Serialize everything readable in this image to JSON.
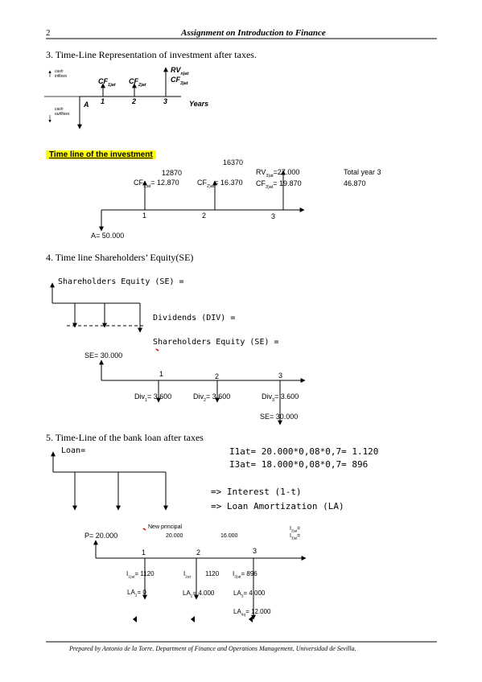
{
  "header": {
    "page_number": "2",
    "title": "Assignment on Introduction to Finance"
  },
  "section3": {
    "title": "3. Time-Line Representation of investment after taxes.",
    "cash_inflows": "cash inflows",
    "cash_outflows": "cash outflows",
    "cf1": "CF",
    "cf1_sub": "1)at",
    "cf2": "CF",
    "cf2_sub": "2)at",
    "rv": "RV",
    "rv_sub": "n)at",
    "cf3": "CF",
    "cf3_sub": "3)at",
    "a_label": "A",
    "years": "Years",
    "t1": "1",
    "t2": "2",
    "t3": "3"
  },
  "investment": {
    "heading": "Time line of the investment",
    "v16370": "16370",
    "v12870": "12870",
    "rv3_label": "RV",
    "rv3_sub": "3)at",
    "rv3_value": "=27.000",
    "total_label": "Total year 3",
    "cf1_label": "CF",
    "cf1_sub": "1)at",
    "cf1_value": "= 12.870",
    "cf2_label": "CF",
    "cf2_sub": "2)at",
    "cf2_value": "= 16.370",
    "cf3_label": "CF",
    "cf3_sub": "3)at",
    "cf3_value": "= 19.870",
    "total_value": "46.870",
    "t1": "1",
    "t2": "2",
    "t3": "3",
    "a_value": "A= 50.000"
  },
  "section4": {
    "title": "4. Time line Shareholders’ Equity(SE)",
    "se_label": "Shareholders Equity (SE) =",
    "div_label": "Dividends (DIV) =",
    "se_label2": "Shareholders Equity (SE) =",
    "se0": "SE= 30.000",
    "t1": "1",
    "t2": "2",
    "t3": "3",
    "div1_label": "Div",
    "div1_sub": "1",
    "div1_value": "= 3.600",
    "div2_label": "Div",
    "div2_sub": "2",
    "div2_value": "= 3.600",
    "div3_label": "Div",
    "div3_sub": "3",
    "div3_value": "= 3.600",
    "se3": "SE= 30.000"
  },
  "section5": {
    "title": "5. Time-Line of the bank loan after taxes",
    "loan_label": "Loan=",
    "formula1": "I1at= 20.000*0,08*0,7= 1.120",
    "formula2": "I3at= 18.000*0,08*0,7= 896",
    "interest": "=> Interest (1-t)",
    "amortization": "=> Loan Amortization (LA)",
    "new_principal": "New principal",
    "np1": "20.000",
    "np2": "16.000",
    "i2at": "I",
    "i2at_sub": "2)at",
    "i2at_suffix": "=",
    "i3at": "I",
    "i3at_sub": "3)at",
    "i3at_suffix": "=",
    "p_value": "P= 20.000",
    "t1": "1",
    "t2": "2",
    "t3": "3",
    "i1_label": "I",
    "i1_sub": "1)at",
    "i1_value": "= 1120",
    "i2_label": "I",
    "i2_sub": "2at",
    "i2_value": "1120",
    "i3_label": "I",
    "i3_sub": "3)at",
    "i3_value": "= 896",
    "la1_label": "LA",
    "la1_sub": "1",
    "la1_value": "= 0",
    "la2_label": "LA",
    "la2_sub": "2",
    "la2_value": "= 4.000",
    "la3_label": "LA",
    "la3_sub": "3",
    "la3_value": "= 4.000",
    "la4_label": "LA",
    "la4_sub": "4q",
    "la4_value": "= 12.000"
  },
  "footer": {
    "text": "Prepared by Antonio de la Torre. Department of Finance and Operations Management, Universidad de Sevilla."
  }
}
